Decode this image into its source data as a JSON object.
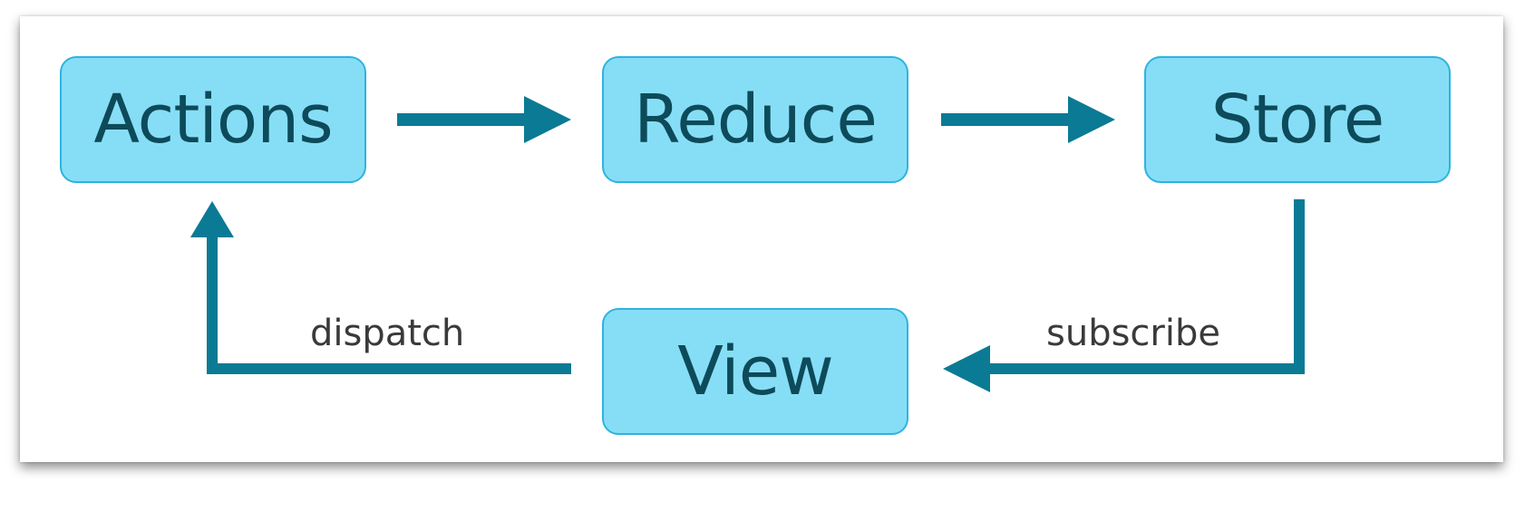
{
  "nodes": {
    "actions": "Actions",
    "reduce": "Reduce",
    "store": "Store",
    "view": "View"
  },
  "edges": {
    "dispatch": "dispatch",
    "subscribe": "subscribe"
  },
  "colors": {
    "node_fill": "#86def6",
    "node_border": "#2fb3df",
    "node_text": "#0d4a5a",
    "arrow": "#0b7a94",
    "label_text": "#3a3a3a"
  }
}
